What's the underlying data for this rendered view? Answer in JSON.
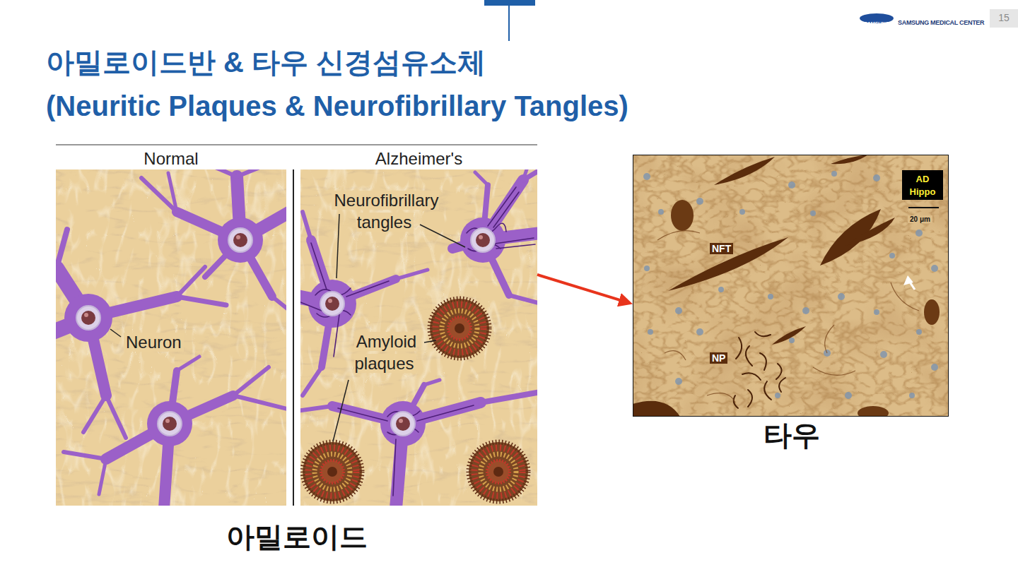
{
  "diagram": {
    "title": "아밀로이드반 & 타우 신경섬유소체",
    "nodes": [
      {
        "text": [
          "Normal",
          "Neuron"
        ]
      },
      {
        "text": [
          "Alzheimer's",
          "Neurofibrillary tangles",
          "Amyloid plaques"
        ]
      },
      {
        "text": [
          "타우",
          "NFT",
          "NP"
        ]
      },
      {
        "text": [
          "AD Hippo"
        ],
        "in": 2
      }
    ],
    "edges": [
      {
        "from": 1,
        "to": 2,
        "arrow": "to"
      }
    ],
    "labels": [
      "(Neuritic Plaques & Neurofibrillary Tangles)",
      "아밀로이드",
      "20 μm",
      "SAMSUNG",
      "SAMSUNG MEDICAL CENTER",
      "15"
    ]
  }
}
